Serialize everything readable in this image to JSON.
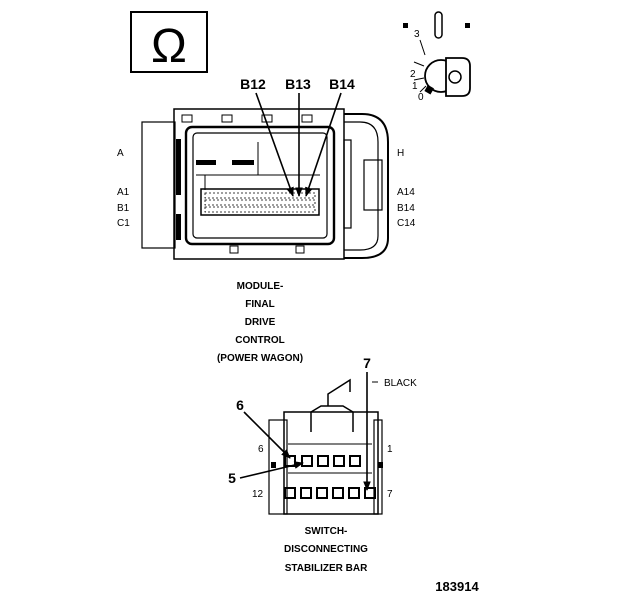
{
  "symbol": {
    "glyph": "Ω",
    "name": "ohm-symbol"
  },
  "ignition": {
    "positions": [
      "3",
      "2",
      "1",
      "0"
    ]
  },
  "module": {
    "callouts": [
      "B12",
      "B13",
      "B14"
    ],
    "left_labels": [
      "A",
      "A1",
      "B1",
      "C1"
    ],
    "right_labels": [
      "H",
      "A14",
      "B14",
      "C14"
    ],
    "caption": [
      "MODULE-",
      "FINAL",
      "DRIVE",
      "CONTROL",
      "(POWER WAGON)"
    ]
  },
  "switch": {
    "color_label": "BLACK",
    "callouts": [
      "7",
      "6",
      "5"
    ],
    "pin_labels": [
      "6",
      "1",
      "12",
      "7"
    ],
    "caption": [
      "SWITCH-",
      "DISCONNECTING",
      "STABILIZER BAR"
    ]
  },
  "figure_number": "183914"
}
